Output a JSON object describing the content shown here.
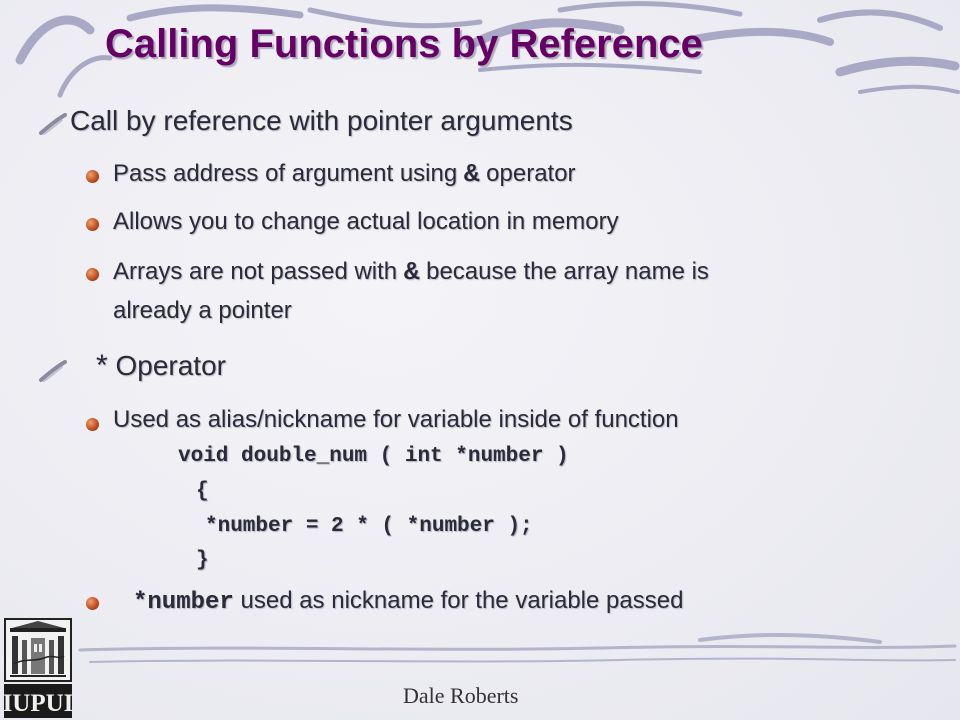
{
  "slide": {
    "title": "Calling Functions by Reference",
    "bullet1": "Call by reference with pointer arguments",
    "sub1_pre": "Pass address of argument using",
    "sub1_amp": "&",
    "sub1_post": "operator",
    "sub2": "Allows you to change actual location in memory",
    "sub3_pre": "Arrays are not passed with",
    "sub3_amp": "&",
    "sub3_post": "because the array name is",
    "sub3_line2": "already a pointer",
    "bullet2_star": "*",
    "bullet2": "Operator",
    "sub4": "Used as alias/nickname for variable inside of function",
    "code": [
      "void double_num ( int *number )",
      "{",
      "*number = 2 * ( *number );",
      "}"
    ],
    "sub5_code": "*number",
    "sub5_text": "used as nickname for the variable passed",
    "footer": "Dale Roberts",
    "logo_text": "IUPUI"
  },
  "colors": {
    "title": "#660066",
    "text": "#2a2a38",
    "swirl": "#a8a8c4"
  },
  "icons": {
    "level1": "brush-stroke-bullet",
    "level2": "ball-bullet",
    "logo": "iupui-building-logo"
  }
}
